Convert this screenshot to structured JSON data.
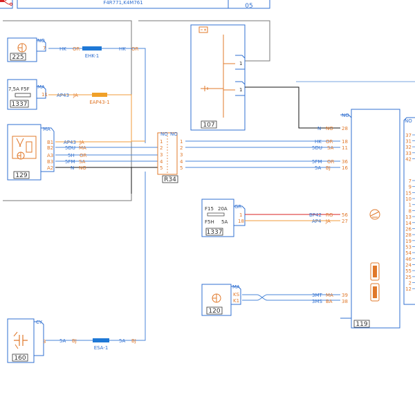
{
  "header": {
    "variant": "F4R771,K4M761",
    "page": "05"
  },
  "components": {
    "c225": {
      "code": "225",
      "connector": "NO",
      "pin": "7"
    },
    "c1337a": {
      "code": "1337",
      "connector": "MA",
      "pin": "11",
      "fuse": "7,5A F5F"
    },
    "c129": {
      "code": "129",
      "connector": "MA",
      "pins": [
        "B1",
        "B2",
        "A3",
        "B3",
        "A2"
      ]
    },
    "r34": {
      "code": "R34",
      "left_connector": "NO",
      "right_connector": "NO",
      "pins": [
        "1",
        "2",
        "3",
        "4",
        "5"
      ]
    },
    "c107": {
      "code": "107",
      "pins": [
        "1",
        "1"
      ]
    },
    "c1337b": {
      "code": "1337",
      "connector": "GR",
      "pins": [
        "1",
        "18"
      ],
      "fuse_top": "F15",
      "rating_top": "20A",
      "fuse_bottom": "F5H",
      "rating_bottom": "5A"
    },
    "c120": {
      "code": "120",
      "connector": "MA",
      "pins": [
        "KS",
        "K1"
      ]
    },
    "c160": {
      "code": "160",
      "connector": "CY",
      "pin": "3"
    },
    "c119": {
      "code": "119",
      "connector": "NO",
      "pins": [
        "28",
        "18",
        "11",
        "36",
        "16",
        "56",
        "27",
        "39",
        "38"
      ]
    },
    "right_column": {
      "connector": "NO",
      "top_pins": [
        "37",
        "31",
        "32",
        "33",
        "42"
      ],
      "pins": [
        "7",
        "9",
        "15",
        "10",
        "1",
        "8",
        "13",
        "14",
        "26",
        "28",
        "19",
        "53",
        "54",
        "46",
        "24",
        "55",
        "25",
        "2",
        "12"
      ]
    }
  },
  "wires": {
    "w1": {
      "a": "HK",
      "b": "OR",
      "c": "HK",
      "d": "OR"
    },
    "w2": {
      "a": "AP43",
      "b": "JA"
    },
    "w3": {
      "a": "AP43",
      "b": "JA"
    },
    "w4": {
      "a": "5DU",
      "b": "MA"
    },
    "w5": {
      "a": "5H",
      "b": "OR"
    },
    "w6": {
      "a": "5FM",
      "b": "SA"
    },
    "w7": {
      "a": "N",
      "b": "NO"
    },
    "w8": {
      "a": "N",
      "b": "NO"
    },
    "w9": {
      "a": "HK",
      "b": "OR"
    },
    "w10": {
      "a": "5DU",
      "b": "SA"
    },
    "w11": {
      "a": "5FM",
      "b": "OR"
    },
    "w12": {
      "a": "5A",
      "b": "BJ"
    },
    "w13": {
      "a": "BP42",
      "b": "RG"
    },
    "w14": {
      "a": "AP4",
      "b": "JA"
    },
    "w15": {
      "a": "3MT",
      "b": "MA"
    },
    "w16": {
      "a": "3MS",
      "b": "BA"
    },
    "w17": {
      "a": "5A",
      "b": "BJ",
      "c": "5A",
      "d": "BJ"
    }
  },
  "splices": {
    "ehk": "EHK-1",
    "eap": "EAP43-1",
    "esa": "ESA-1"
  },
  "colors": {
    "wire_blue": "#4a86d8",
    "wire_orange": "#f29b3a",
    "wire_red": "#d82020",
    "wire_black": "#111111",
    "text_blue": "#2f6fd0",
    "text_orange": "#e0782a",
    "splice_blue": "#1e78d6",
    "splice_orange": "#f0a028"
  }
}
